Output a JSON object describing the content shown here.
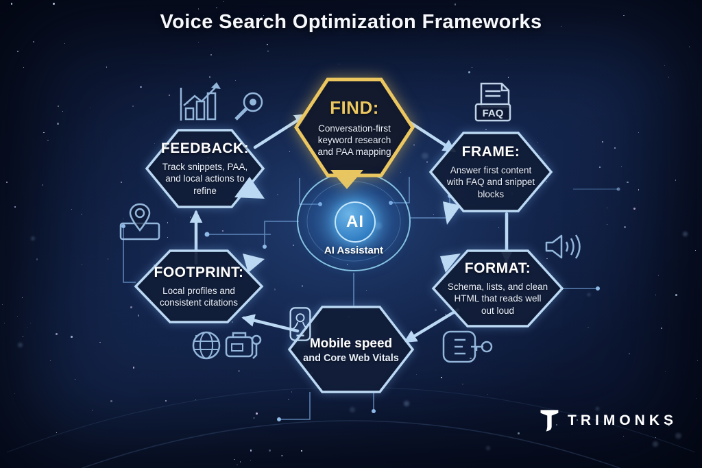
{
  "title": "Voice Search Optimization Frameworks",
  "center": {
    "badge": "AI",
    "label": "AI Assistant"
  },
  "nodes": {
    "find": {
      "title": "FIND:",
      "body": "Conversation-first keyword research and PAA mapping"
    },
    "frame": {
      "title": "FRAME:",
      "body": "Answer first content with FAQ and snippet blocks"
    },
    "format": {
      "title": "FORMAT:",
      "body": "Schema, lists, and clean HTML that reads well out loud"
    },
    "mobile": {
      "line1": "Mobile speed",
      "line2": "and Core Web Vitals"
    },
    "footprint": {
      "title": "FOOTPRINT:",
      "body": "Local profiles and consistent citations"
    },
    "feedback": {
      "title": "FEEDBACK:",
      "body": "Track snippets, PAA, and local actions to refine"
    }
  },
  "icons": {
    "faq_label": "FAQ"
  },
  "brand": {
    "name": "TRIMONKS"
  },
  "colors": {
    "background": "#0c1630",
    "accent_gold": "#ecc75f",
    "accent_blue": "#bcd9f4",
    "ai_circle": "#3f8ed2",
    "hex_fill": "#0d1730"
  }
}
